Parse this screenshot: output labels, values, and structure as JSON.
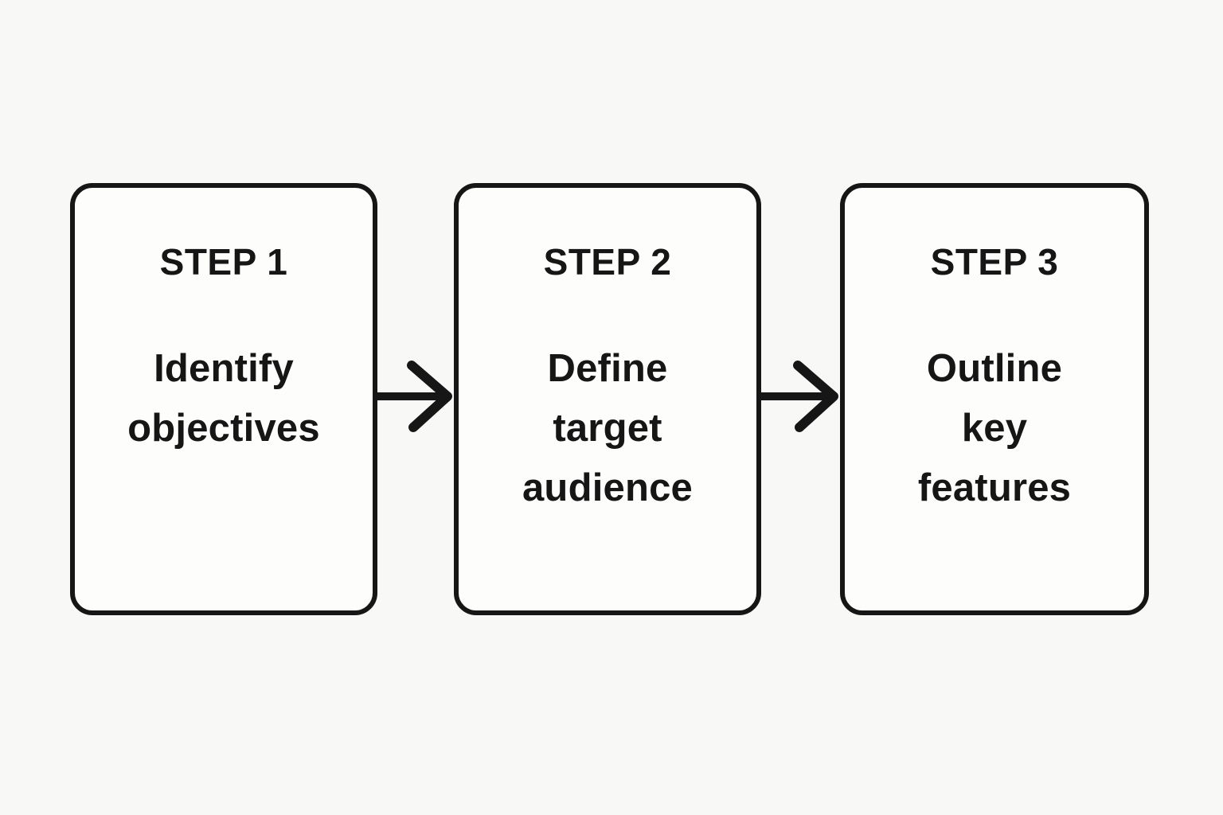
{
  "colors": {
    "ink": "#161616",
    "page-bg": "#f8f8f6",
    "card-bg": "#fdfdfc"
  },
  "diagram": {
    "type": "flowchart",
    "direction": "left-to-right",
    "connector": "arrow-right"
  },
  "steps": [
    {
      "title": "STEP 1",
      "lines": [
        "Identify",
        "objectives"
      ]
    },
    {
      "title": "STEP 2",
      "lines": [
        "Define",
        "target",
        "audience"
      ]
    },
    {
      "title": "STEP 3",
      "lines": [
        "Outline",
        "key",
        "features"
      ]
    }
  ]
}
